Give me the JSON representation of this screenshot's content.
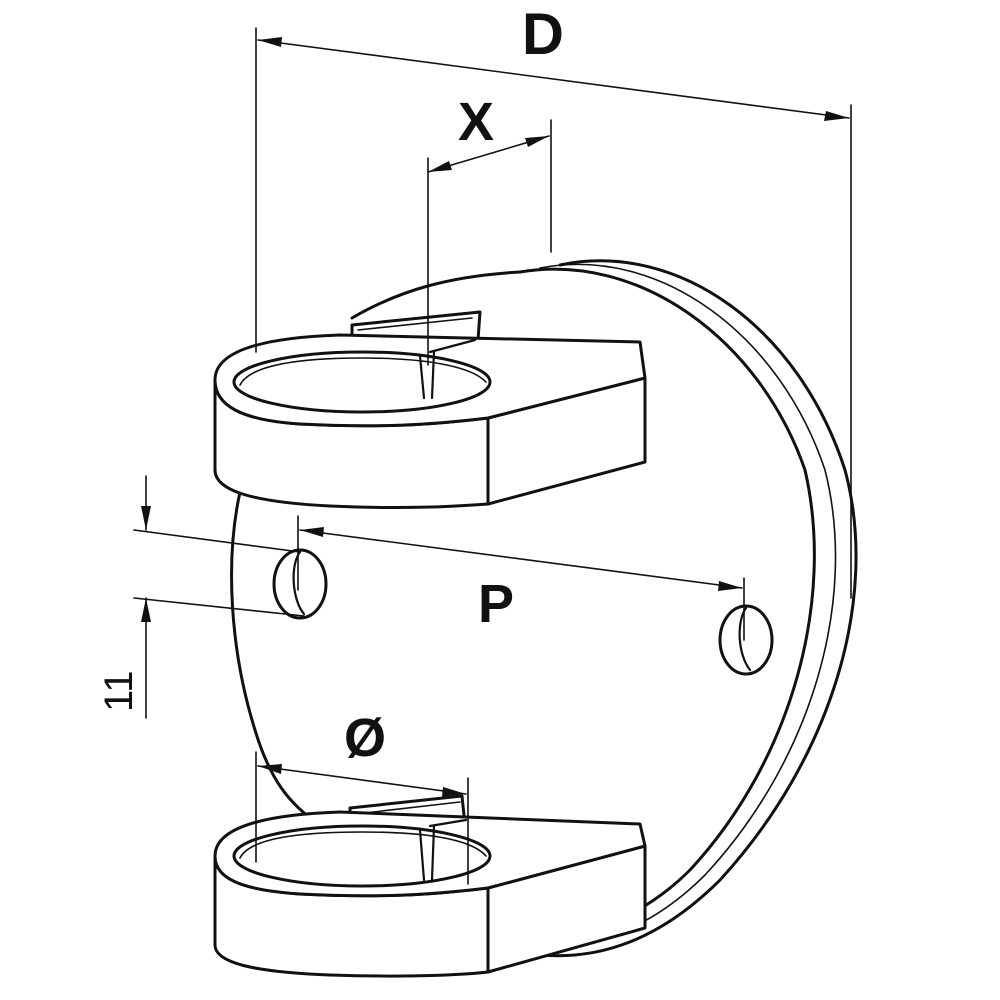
{
  "labels": {
    "overall_diameter": "D",
    "slot_width": "X",
    "hole_pitch": "P",
    "tube_diameter": "Ø",
    "hole_size": "11"
  }
}
